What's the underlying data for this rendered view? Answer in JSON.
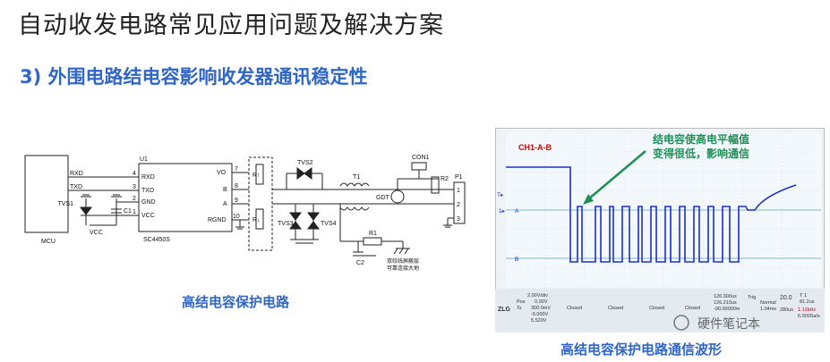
{
  "slide": {
    "title": "自动收发电路常见应用问题及解决方案",
    "subtitle": "3) 外围电路结电容影响收发器通讯稳定性"
  },
  "schematic": {
    "caption": "高结电容保护电路",
    "mcu": {
      "label": "MCU",
      "pins": [
        "RXD",
        "TXD"
      ]
    },
    "chip": {
      "ref": "U1",
      "name": "SC4450S",
      "left_pins": [
        "RXD",
        "TXD",
        "GND",
        "VCC"
      ],
      "left_pin_numbers": [
        "4",
        "3",
        "2",
        "1"
      ],
      "right_pins": [
        "VO",
        "B",
        "A",
        "RGND"
      ],
      "right_pin_numbers": [
        "7",
        "8",
        "9",
        "10"
      ]
    },
    "components": {
      "tvs1": "TVS1",
      "c1": "C1",
      "vcc": "VCC",
      "r_up": "R↑",
      "r_down": "R↓",
      "tvs2": "TVS2",
      "tvs3": "TVS3",
      "tvs4": "TVS4",
      "t1": "T1",
      "gdt": "GDT",
      "con1": "CON1",
      "r2": "R2",
      "r1": "R1",
      "c2": "C2",
      "p1": "P1",
      "p1_pins": [
        "1",
        "2",
        "3"
      ],
      "shield_note_1": "双绞线屏蔽层",
      "shield_note_2": "可靠连接大地"
    }
  },
  "scope": {
    "caption": "高结电容保护电路通信波形",
    "channel_label": "CH1-A-B",
    "annotation_line1": "结电容使高电平幅值",
    "annotation_line2": "变得很低，影响通信",
    "marker_T": "T▸",
    "marker_1": "1▸",
    "marker_A": "A",
    "marker_B": "B",
    "bottom_values": [
      "2.00V/div",
      "Pos",
      "0.00V",
      "Ts",
      "300.0mV",
      "-5.000V",
      "5.520V"
    ],
    "closed_labels": [
      "Closed",
      "Closed",
      "Closed",
      "Closed"
    ],
    "right_panel": [
      "126.300us",
      "126.210us",
      "-90.00000m",
      "1.04ms",
      "Trig",
      "Normal",
      "20.0",
      "T 1",
      "280us",
      "1.12kHz",
      "6.000Sa/s",
      "81.2us"
    ],
    "watermark": "硬件笔记本",
    "brand": "ZLG"
  },
  "colors": {
    "accent": "#2f66c8",
    "scope_trace": "#1f2ec9",
    "annotation": "#1f8f56",
    "scope_bg": "#f3f8fc",
    "grid": "#7fb8c8"
  }
}
